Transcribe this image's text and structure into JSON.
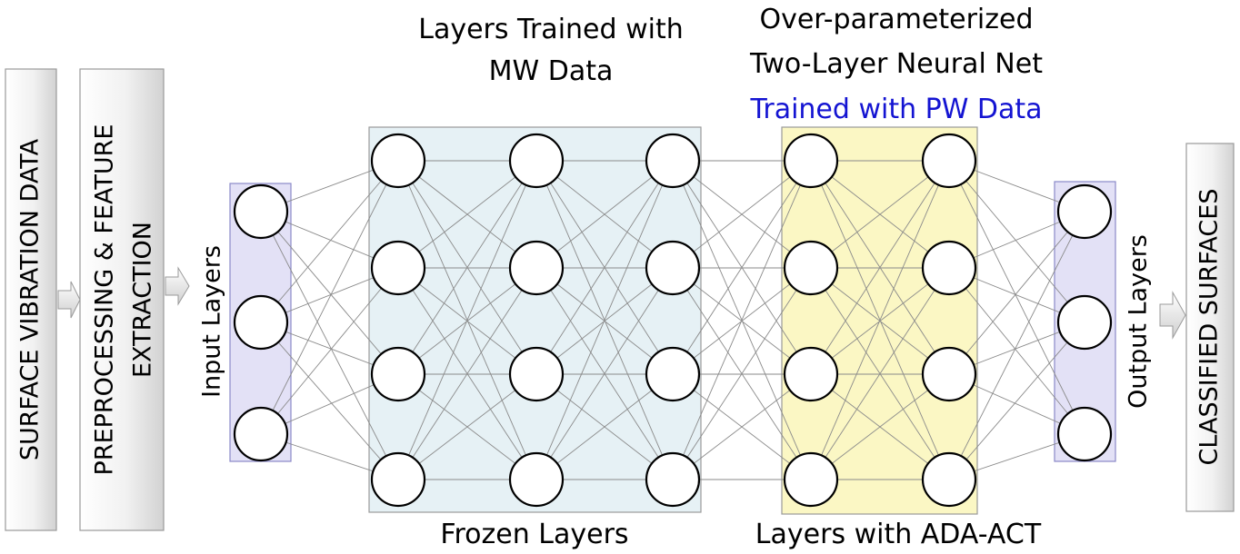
{
  "stages": {
    "surface_vibration": "SURFACE VIBRATION DATA",
    "preprocessing_line1": "PREPROCESSING & FEATURE",
    "preprocessing_line2": "EXTRACTION",
    "classified": "CLASSIFIED SURFACES"
  },
  "labels": {
    "input_layers": "Input Layers",
    "output_layers": "Output Layers",
    "mw_line1": "Layers Trained with",
    "mw_line2": "MW Data",
    "op_line1": "Over-parameterized",
    "op_line2": "Two-Layer Neural Net",
    "op_line3": "Trained with PW Data",
    "frozen": "Frozen Layers",
    "ada_act": "Layers with ADA-ACT"
  },
  "network": {
    "layers": [
      {
        "group": "input",
        "neurons": 3
      },
      {
        "group": "frozen",
        "neurons": 4
      },
      {
        "group": "frozen",
        "neurons": 4
      },
      {
        "group": "frozen",
        "neurons": 4
      },
      {
        "group": "ada-act",
        "neurons": 4
      },
      {
        "group": "ada-act",
        "neurons": 4
      },
      {
        "group": "output",
        "neurons": 3
      }
    ],
    "connectivity": "fully-connected"
  },
  "colors": {
    "input_box": "#e3e1f6",
    "frozen_box": "#e6f1f5",
    "ada_box": "#fbf7c4",
    "output_box": "#e3e1f6",
    "highlight_text": "#1414d2"
  }
}
